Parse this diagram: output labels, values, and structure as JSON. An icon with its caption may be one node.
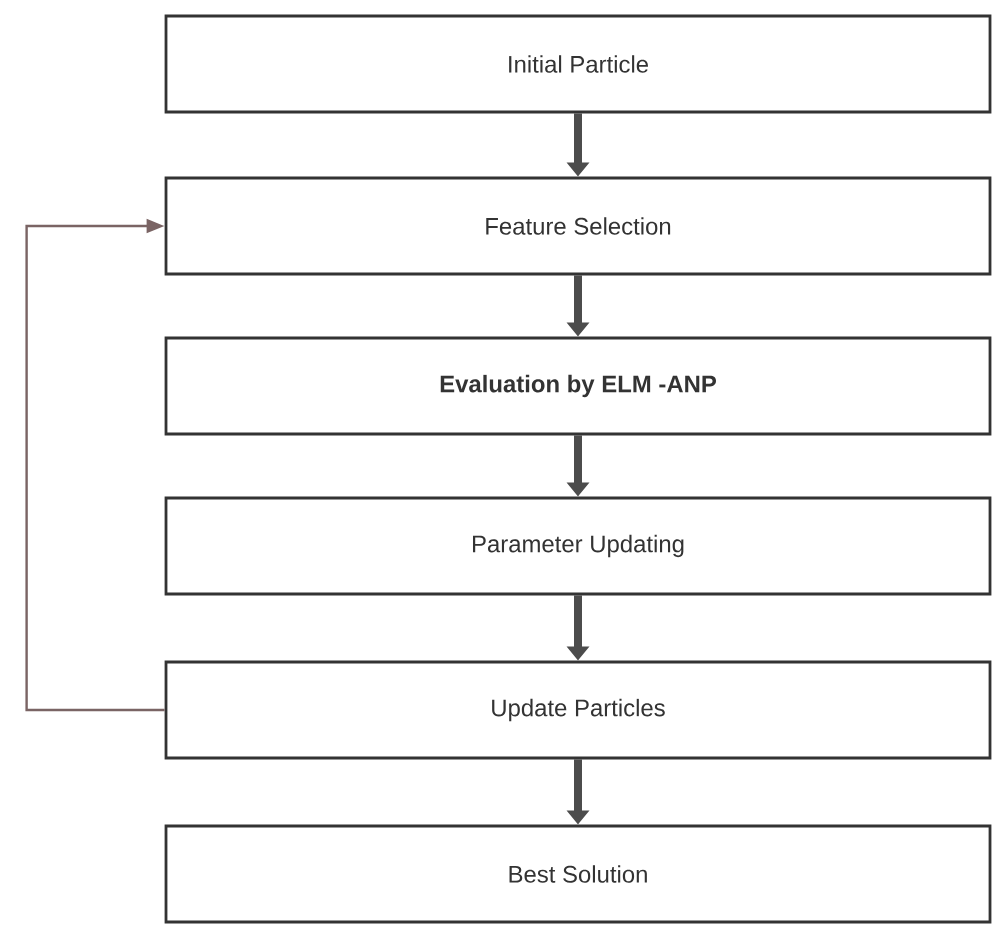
{
  "diagram": {
    "nodes": [
      {
        "text": [
          "Initial Particle"
        ]
      },
      {
        "text": [
          "Feature Selection"
        ]
      },
      {
        "text": [
          "Evaluation by ELM -ANP"
        ]
      },
      {
        "text": [
          "Parameter Updating"
        ]
      },
      {
        "text": [
          "Update Particles"
        ]
      },
      {
        "text": [
          "Best Solution"
        ]
      }
    ],
    "edges": [
      {
        "from": 0,
        "to": 1,
        "arrow": "to"
      },
      {
        "from": 1,
        "to": 2,
        "arrow": "to"
      },
      {
        "from": 2,
        "to": 3,
        "arrow": "to"
      },
      {
        "from": 3,
        "to": 4,
        "arrow": "to"
      },
      {
        "from": 4,
        "to": 5,
        "arrow": "to"
      },
      {
        "from": 4,
        "to": 1,
        "arrow": "to",
        "color": "#7a6464"
      }
    ]
  }
}
